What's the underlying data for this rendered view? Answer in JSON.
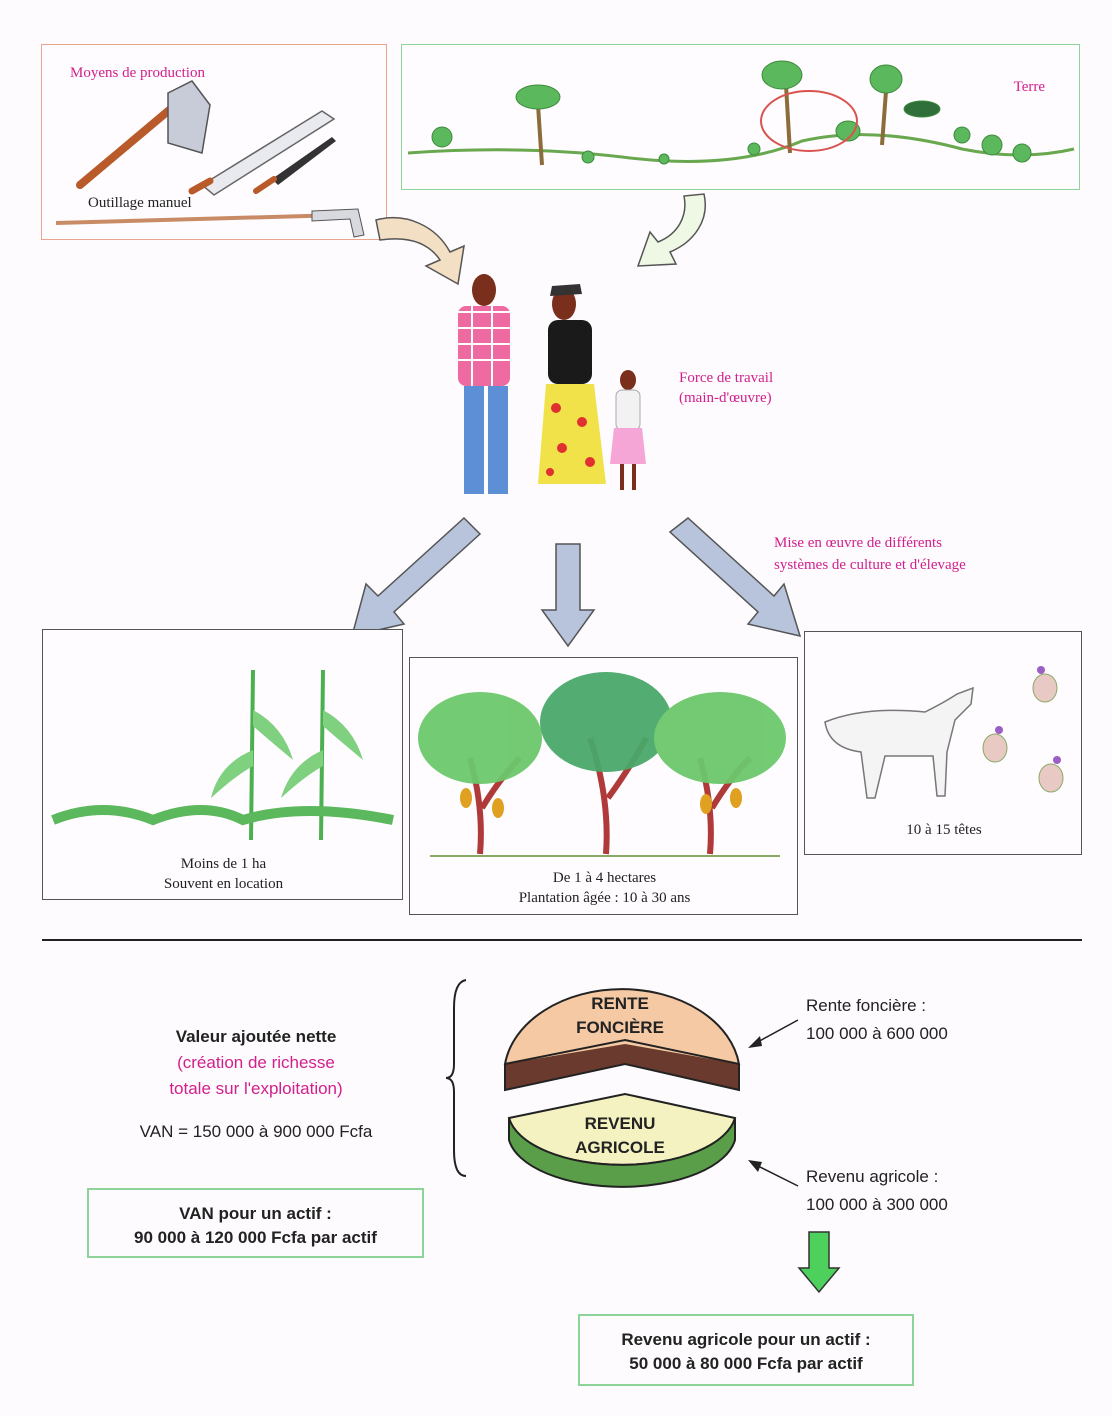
{
  "production": {
    "title": "Moyens de production",
    "tools_label": "Outillage manuel"
  },
  "land": {
    "title": "Terre"
  },
  "labor": {
    "line1": "Force de travail",
    "line2": "(main-d'œuvre)"
  },
  "systems": {
    "line1": "Mise en œuvre de différents",
    "line2": "systèmes de culture et d'élevage"
  },
  "crops": {
    "line1": "Moins de 1 ha",
    "line2": "Souvent en location"
  },
  "plantation": {
    "line1": "De 1 à 4 hectares",
    "line2": "Plantation âgée : 10 à 30 ans"
  },
  "livestock": {
    "label": "10 à 15 têtes"
  },
  "van": {
    "title": "Valeur ajoutée nette",
    "sub1": "(création de richesse",
    "sub2": "totale sur l'exploitation)",
    "formula": "VAN = 150 000 à 900 000 Fcfa"
  },
  "van_box": {
    "line1": "VAN pour un actif :",
    "line2": "90 000 à 120 000 Fcfa par actif"
  },
  "pie": {
    "top_l1": "RENTE",
    "top_l2": "FONCIÈRE",
    "bottom_l1": "REVENU",
    "bottom_l2": "AGRICOLE"
  },
  "rent": {
    "line1": "Rente foncière :",
    "line2": "100 000 à 600 000"
  },
  "income": {
    "line1": "Revenu agricole :",
    "line2": "100 000 à 300 000"
  },
  "income_box": {
    "line1": "Revenu agricole pour un actif :",
    "line2": "50 000 à 80 000 Fcfa par actif"
  },
  "colors": {
    "accent_pink": "#d21f8c",
    "box_green": "#8ed49a",
    "box_salmon": "#e8a48c",
    "rent_fill": "#f5c9a3",
    "income_fill": "#f4f2c0"
  }
}
